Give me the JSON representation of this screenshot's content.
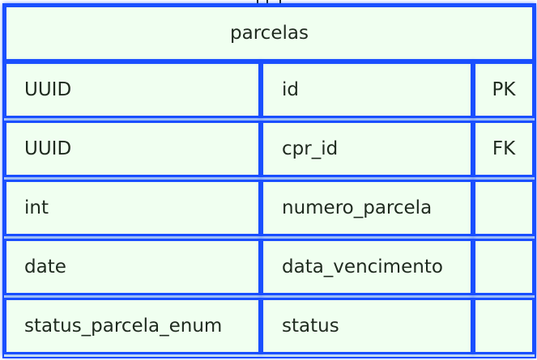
{
  "entity": {
    "name": "parcelas",
    "columns": [
      {
        "type": "UUID",
        "name": "id",
        "key": "PK"
      },
      {
        "type": "UUID",
        "name": "cpr_id",
        "key": "FK"
      },
      {
        "type": "int",
        "name": "numero_parcela",
        "key": ""
      },
      {
        "type": "date",
        "name": "data_vencimento",
        "key": ""
      },
      {
        "type": "status_parcela_enum",
        "name": "status",
        "key": ""
      }
    ]
  },
  "colors": {
    "border": "#1a4fff",
    "background": "#f0fff0",
    "text": "#1f2a1f"
  }
}
